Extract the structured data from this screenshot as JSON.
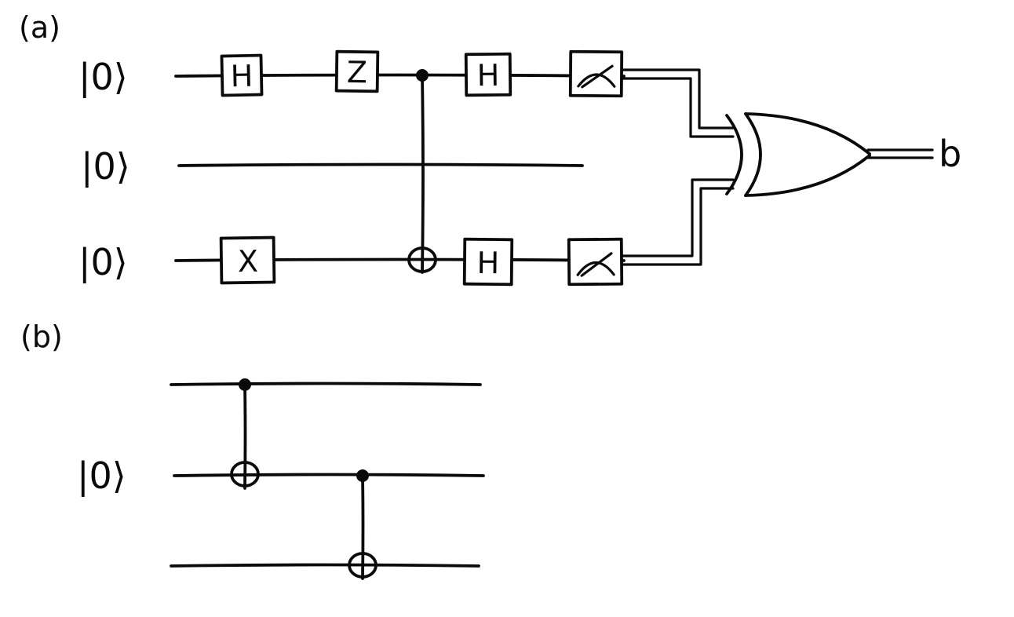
{
  "figure": {
    "type": "hand-drawn quantum circuit diagram",
    "ink_color": "#0a0a0a",
    "background_color": "#ffffff"
  },
  "panel_a": {
    "label": "(a)",
    "qubits": [
      {
        "label": "|0⟩"
      },
      {
        "label": "|0⟩"
      },
      {
        "label": "|0⟩"
      }
    ],
    "gates": {
      "q0_h1": "H",
      "q0_z": "Z",
      "q0_h2": "H",
      "q2_x": "X",
      "q2_h": "H"
    },
    "cnot": {
      "control": "qubit0",
      "target": "qubit2"
    },
    "measurements": [
      "qubit0",
      "qubit2"
    ],
    "xor_gate": {
      "inputs": [
        "qubit0-measurement",
        "qubit2-measurement"
      ],
      "output_label": "b"
    }
  },
  "panel_b": {
    "label": "(b)",
    "middle_qubit_label": "|0⟩",
    "cnots": [
      {
        "control": "wire0",
        "target": "wire1"
      },
      {
        "control": "wire1",
        "target": "wire2"
      }
    ]
  }
}
